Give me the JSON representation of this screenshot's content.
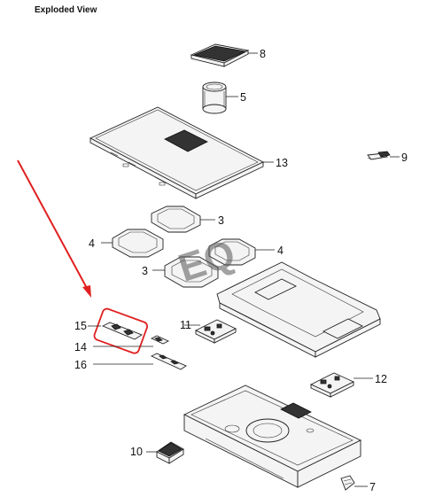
{
  "title": "Exploded View",
  "callouts": {
    "p8": "8",
    "p5": "5",
    "p13": "13",
    "p9": "9",
    "p3a": "3",
    "p4a": "4",
    "p4b": "4",
    "p3b": "3",
    "p15": "15",
    "p14": "14",
    "p16": "16",
    "p11": "11",
    "p12": "12",
    "p10": "10",
    "p7": "7"
  },
  "watermark": "EQ",
  "colors": {
    "arrow": "#e02020",
    "highlight": "#e02020",
    "line": "#222222"
  }
}
